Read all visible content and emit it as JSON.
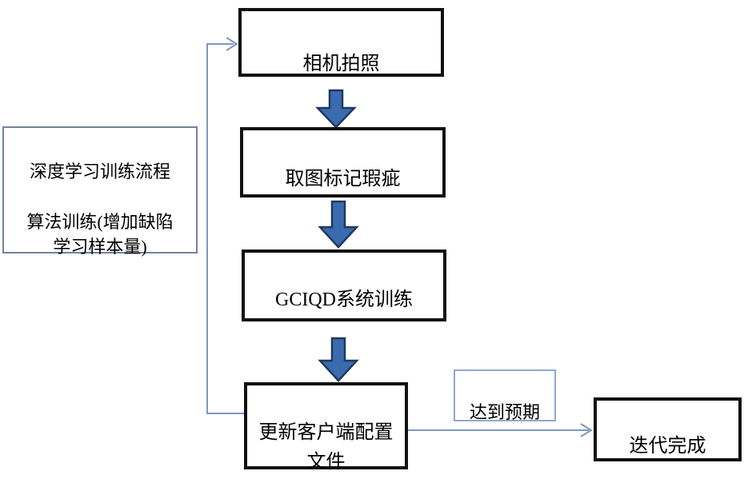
{
  "diagram": {
    "nodes": {
      "camera": {
        "label": "相机拍照"
      },
      "mark_defects": {
        "label": "取图标记瑕疵"
      },
      "system_training": {
        "label": "GCIQD系统训练"
      },
      "update_config": {
        "label": "更新客户端配置\n文件"
      },
      "side_note": {
        "label": "深度学习训练流程\n\n算法训练(增加缺陷\n学习样本量)"
      },
      "condition": {
        "label": "达到预期"
      },
      "done": {
        "label": "迭代完成"
      }
    },
    "colors": {
      "background": "#ffffff",
      "node_border": "#111111",
      "node_fill": "#ffffff",
      "block_arrow_fill": "#3a6bb0",
      "block_arrow_stroke": "#21395c",
      "connector": "#7d97c1",
      "condition_border": "#8fa9cc",
      "side_note_border": "#74819c"
    }
  }
}
